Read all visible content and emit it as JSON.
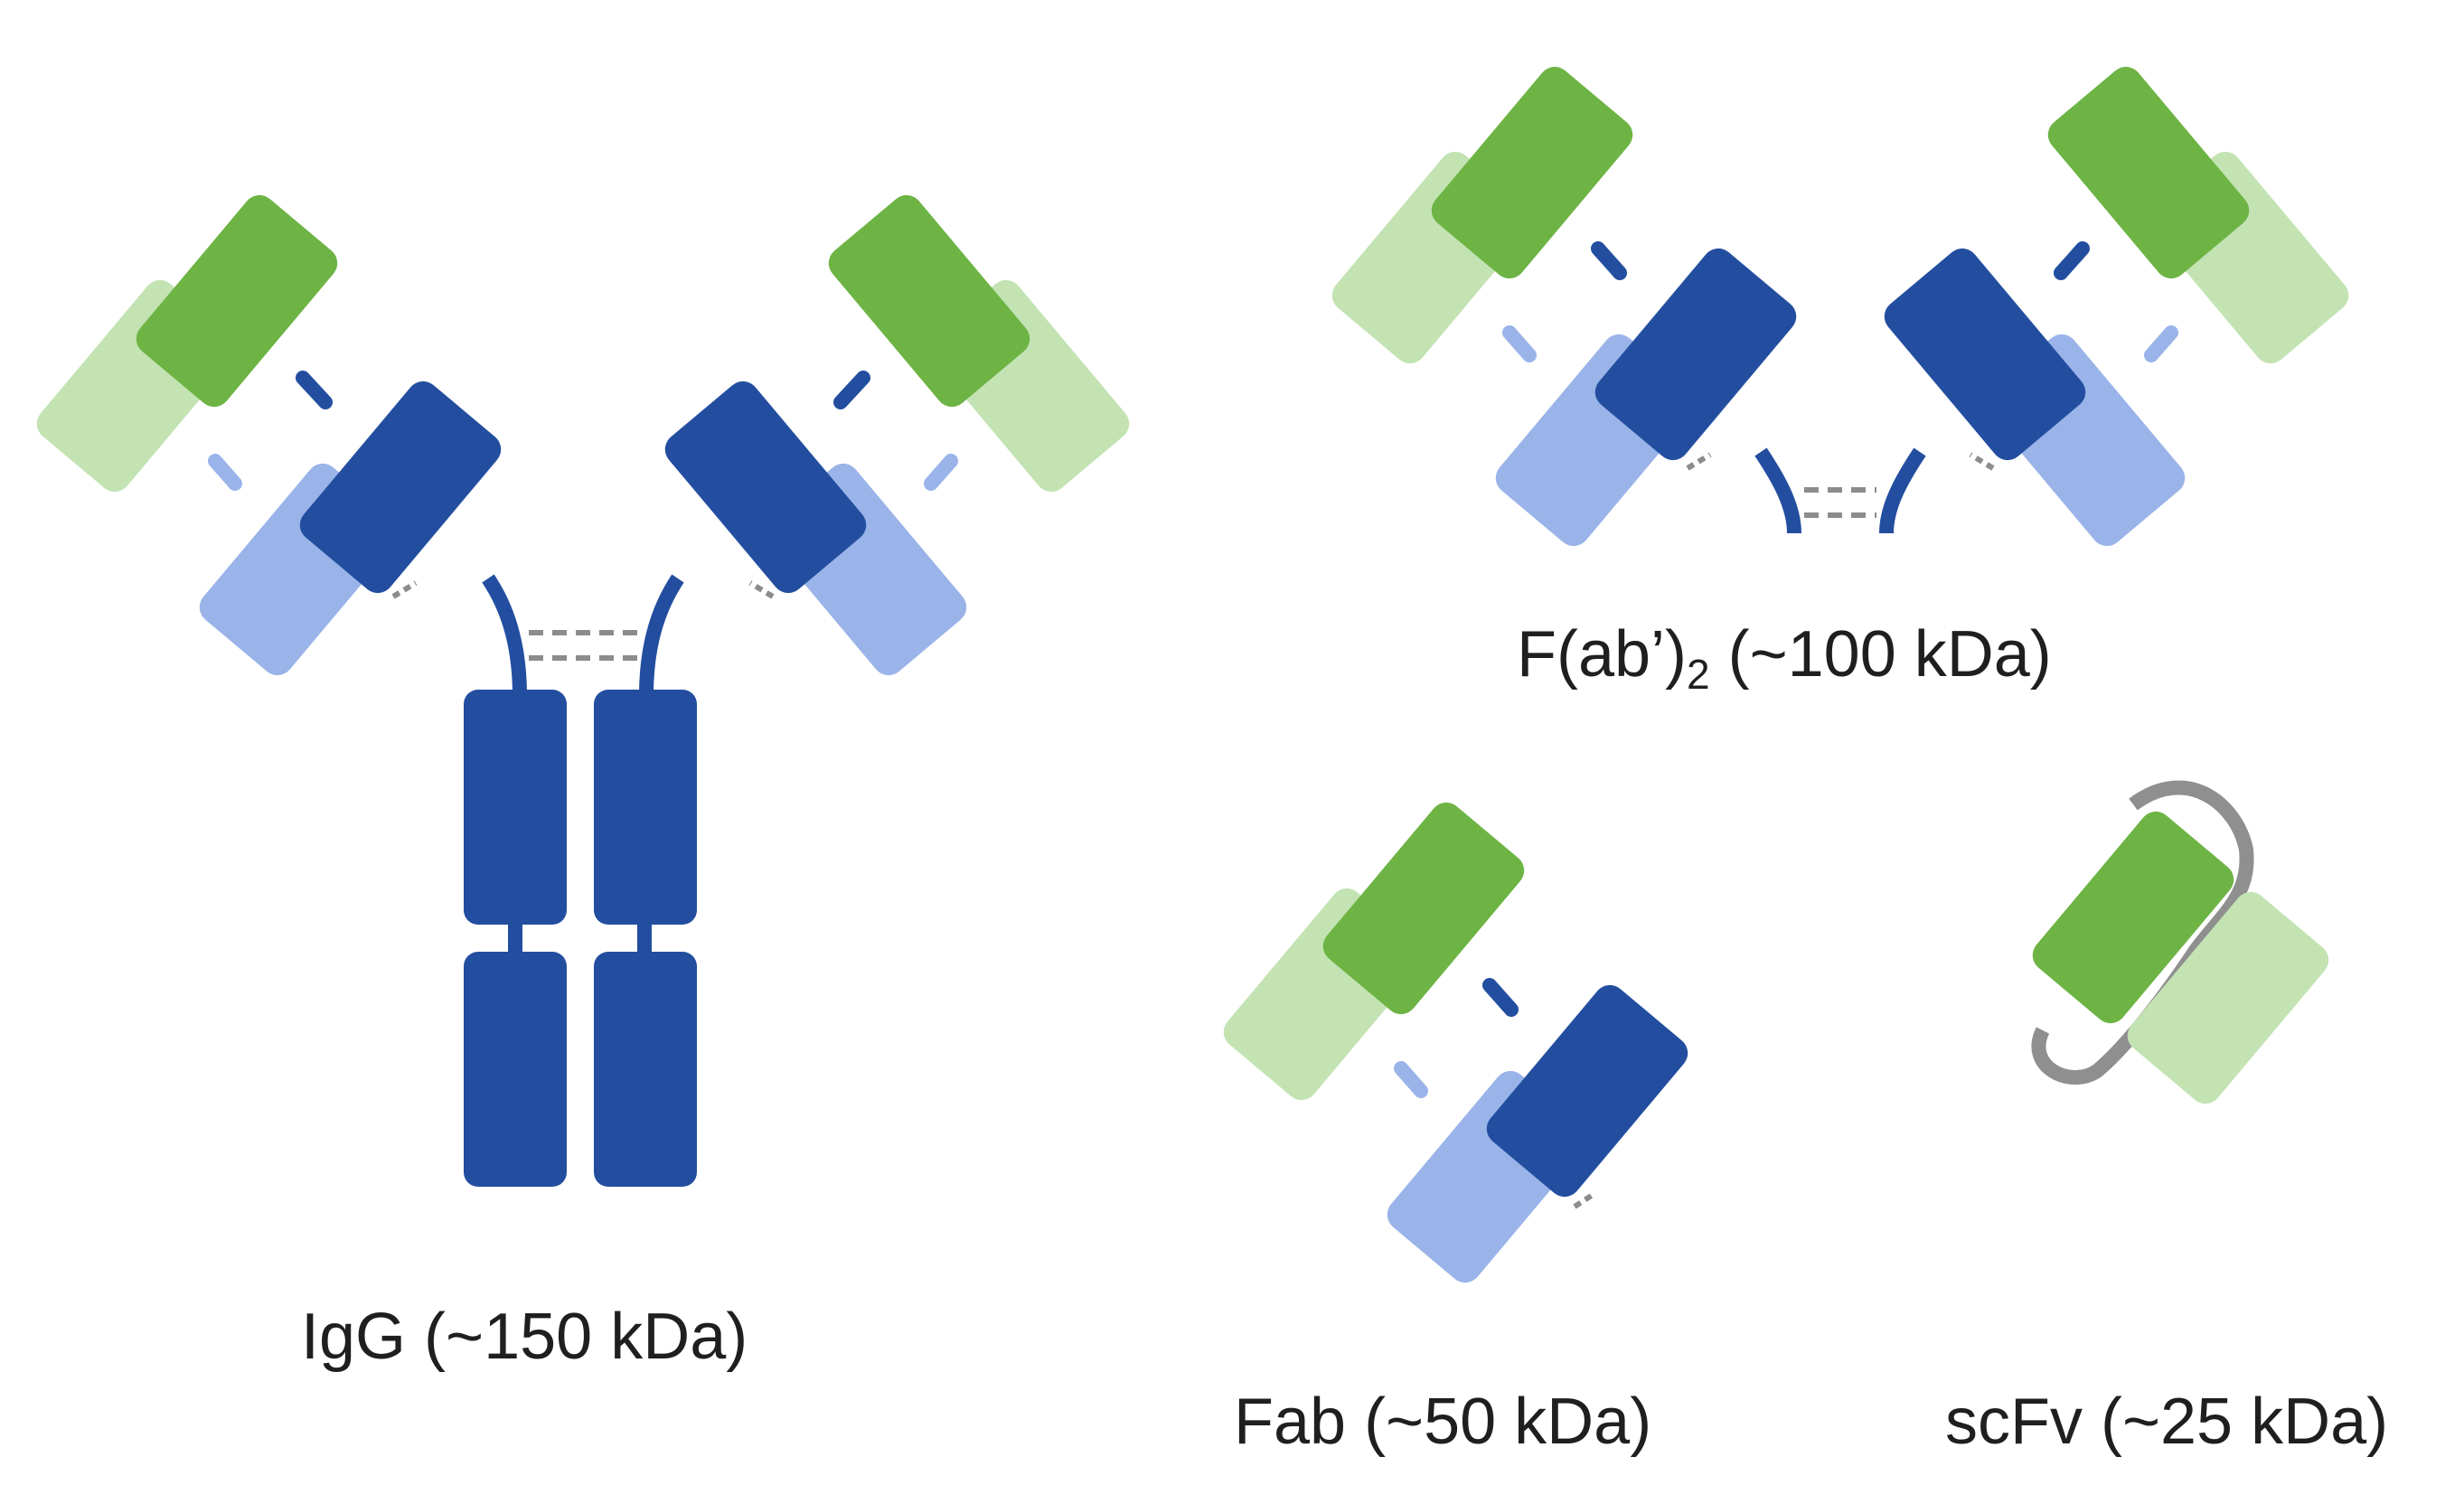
{
  "colors": {
    "heavy_variable": "#6db444",
    "heavy_constant": "#234ea0",
    "light_variable": "#c3e3b3",
    "light_constant": "#9ab4e9",
    "disulfide": "#8c8c8c",
    "linker": "#8f8f8f"
  },
  "labels": {
    "igg": {
      "text": "IgG (~150 kDa)"
    },
    "fab2": {
      "prefix": "F(ab’)",
      "subscript": "2",
      "suffix": " (~100 kDa)"
    },
    "fab": {
      "text": "Fab (~50 kDa)"
    },
    "scfv": {
      "text": "scFv (~25 kDa)"
    }
  }
}
